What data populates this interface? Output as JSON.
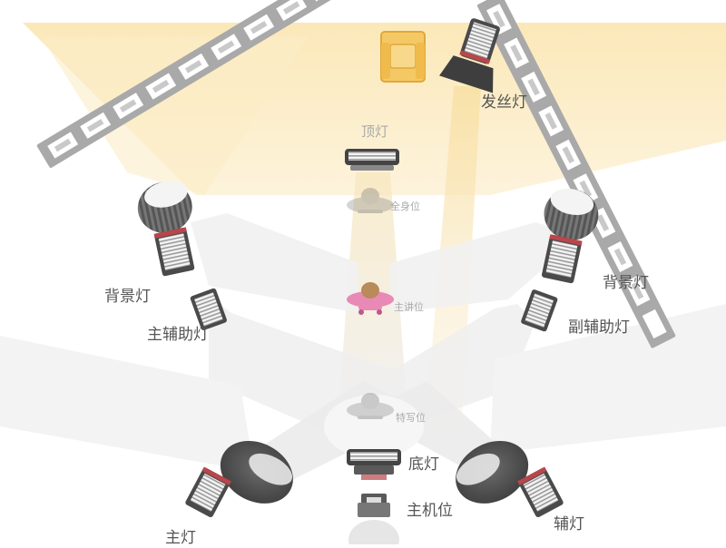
{
  "labels": {
    "hair_light": "发丝灯",
    "top_light": "顶灯",
    "full_body": "全身位",
    "background_light_left": "背景灯",
    "background_light_right": "背景灯",
    "main_fill_light": "主辅助灯",
    "sub_fill_light": "副辅助灯",
    "presenter": "主讲位",
    "close_up": "特写位",
    "bottom_light": "底灯",
    "main_camera": "主机位",
    "key_light": "主灯",
    "fill_light": "辅灯"
  },
  "colors": {
    "warm_beam": "#fbe7b5",
    "gray_beam": "#ececec",
    "truss": "#a9a9a9",
    "fixture_dark": "#4a4a4a",
    "accent_red": "#b8464a",
    "chair": "#f5c866",
    "presenter": "#e98ab6"
  }
}
